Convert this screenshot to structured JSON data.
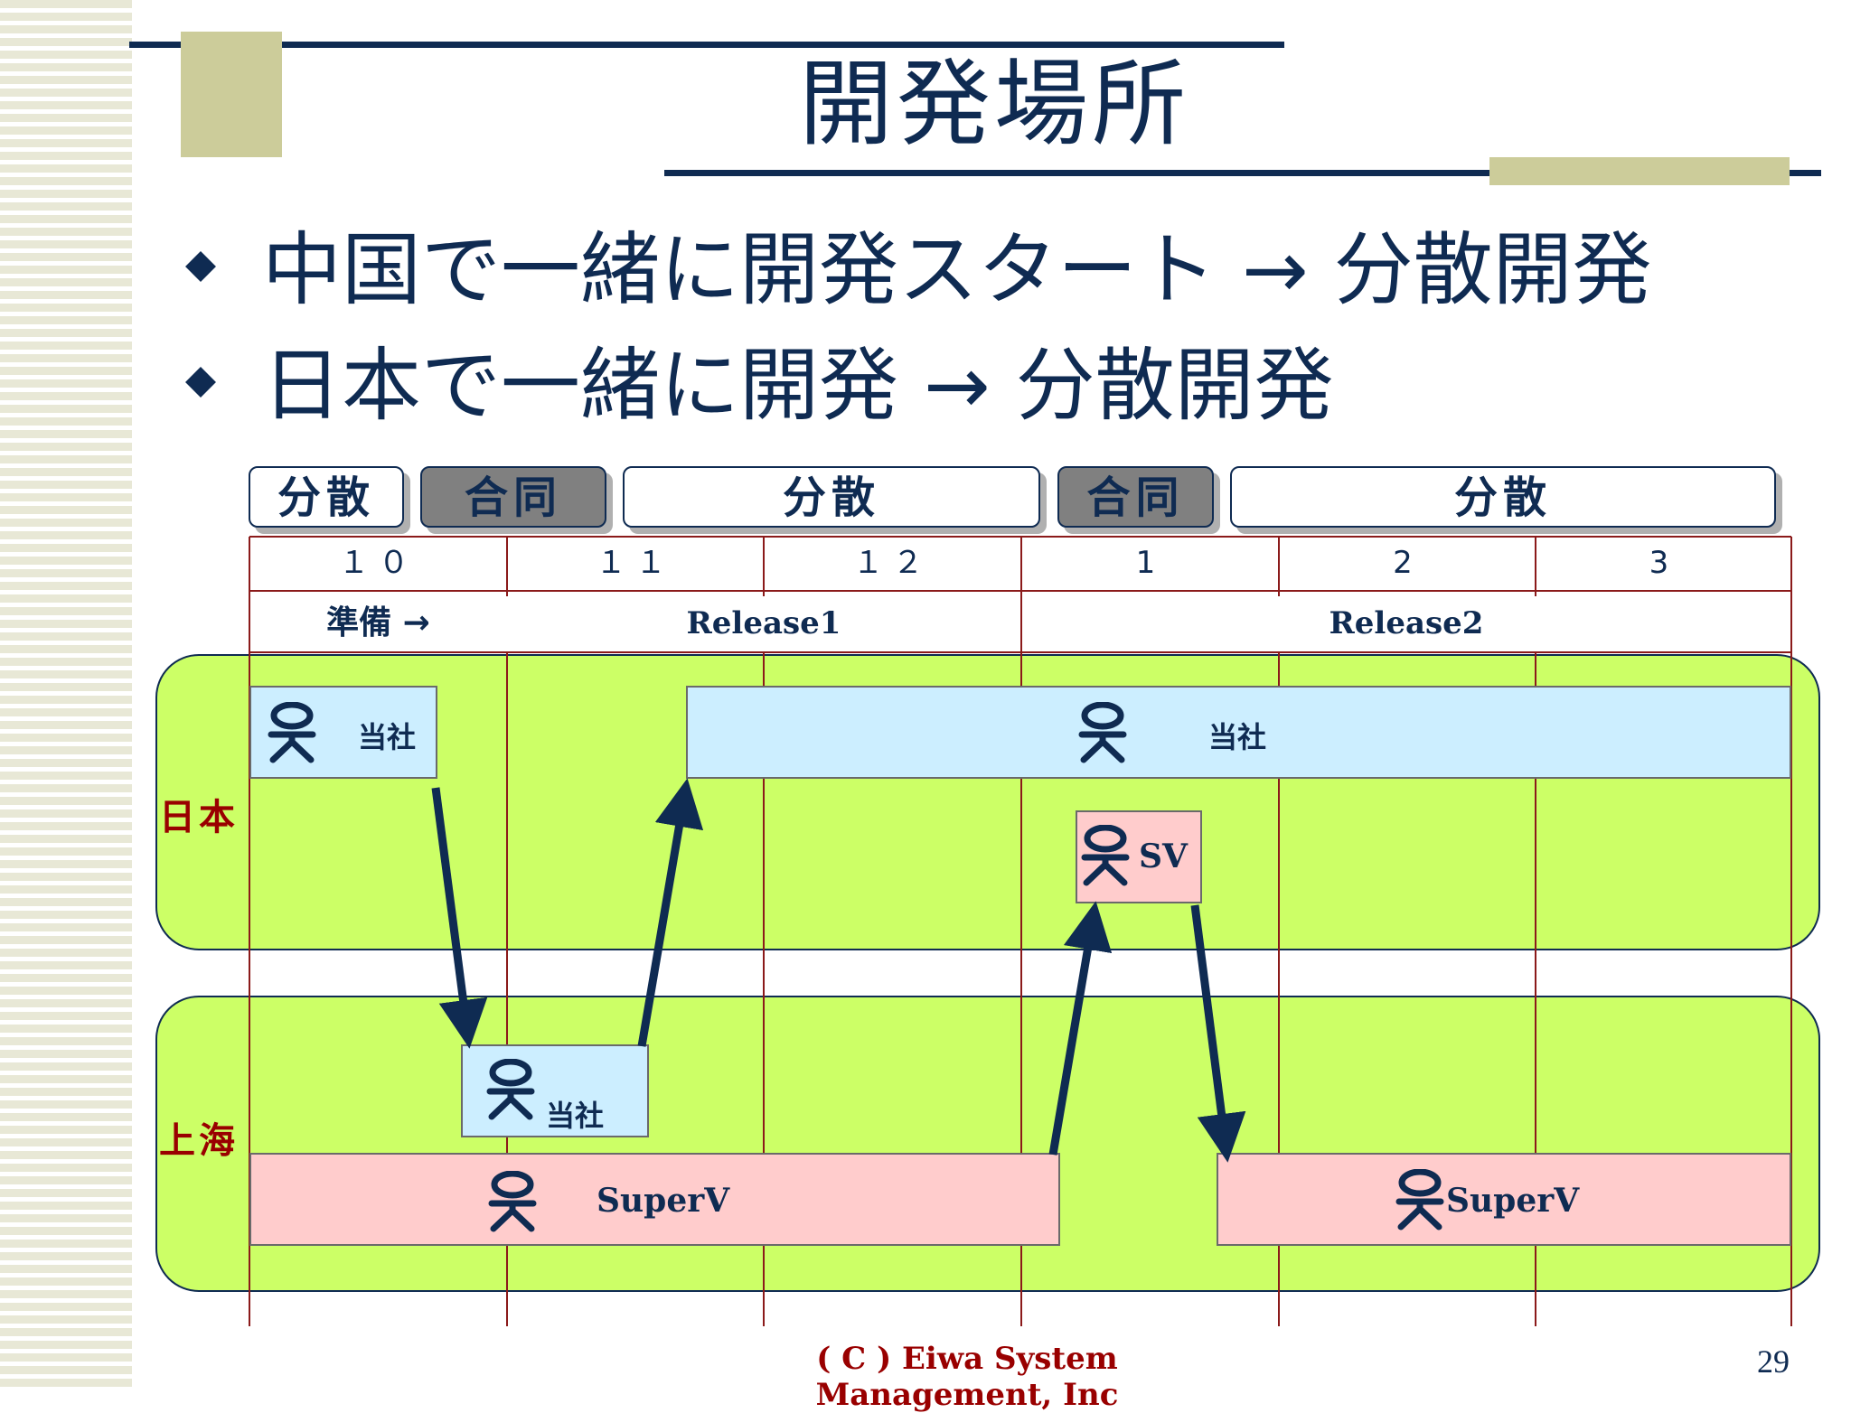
{
  "title": "開発場所",
  "bullets": [
    "中国で一緒に開発スタート → 分散開発",
    "日本で一緒に開発 → 分散開発"
  ],
  "phases": [
    "分散",
    "合同",
    "分散",
    "合同",
    "分散"
  ],
  "months": [
    "１０",
    "１１",
    "１２",
    "1",
    "2",
    "3"
  ],
  "releases": {
    "prep": "準備 →",
    "release1": "Release1",
    "release2": "Release2"
  },
  "regions": {
    "japan": "日本",
    "shanghai": "上海"
  },
  "bars": {
    "japan_own_1": "当社",
    "japan_own_2": "当社",
    "japan_sv": "SV",
    "shanghai_own": "当社",
    "shanghai_superv_1": "SuperV",
    "shanghai_superv_2": "SuperV"
  },
  "footer": "( C ) Eiwa System Management, Inc",
  "page_number": "29",
  "colors": {
    "navy": "#0f2b52",
    "region_green": "#ccff66",
    "blue_bar": "#cceeff",
    "pink_bar": "#ffcccc",
    "dark_red": "#990000"
  },
  "icons": [
    "person-icon"
  ]
}
